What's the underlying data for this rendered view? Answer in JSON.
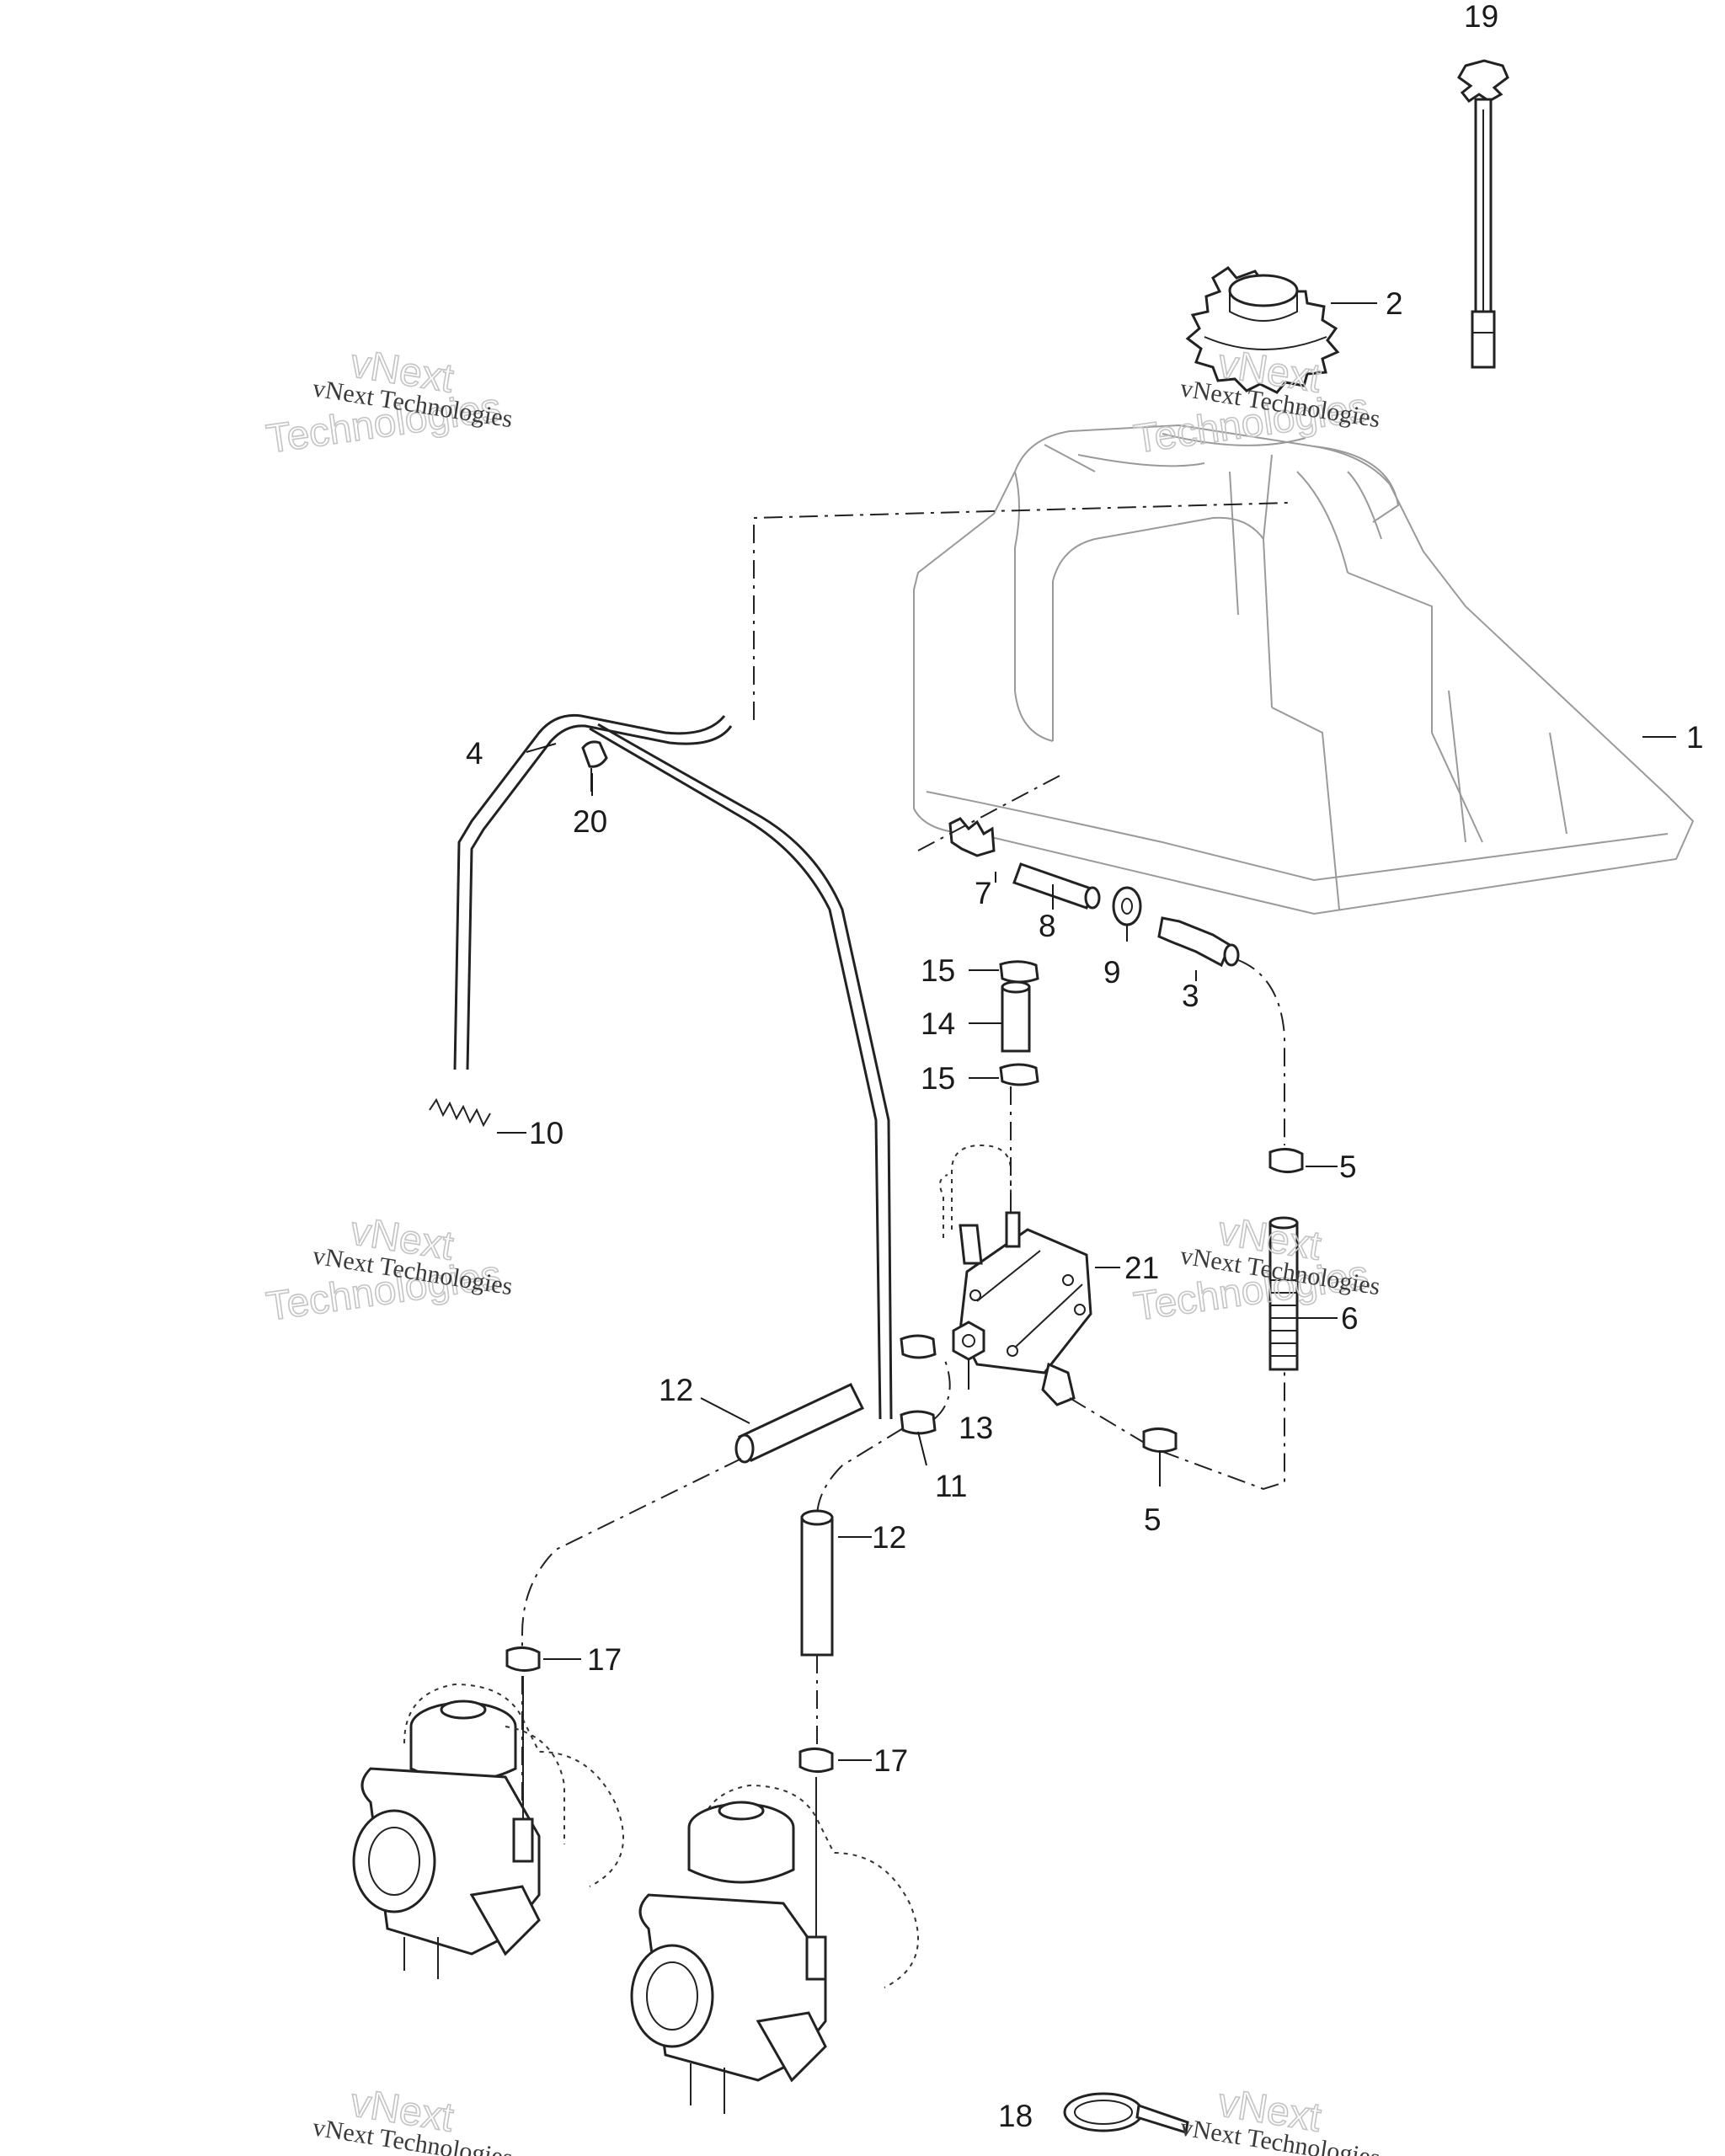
{
  "callouts": [
    "1",
    "2",
    "3",
    "4",
    "5",
    "5",
    "6",
    "7",
    "8",
    "9",
    "10",
    "11",
    "12",
    "12",
    "13",
    "14",
    "15",
    "15",
    "17",
    "17",
    "18",
    "19",
    "20",
    "21"
  ],
  "watermark": {
    "line1": "vNext Technologies",
    "line2": "vNext",
    "line3": "Technologies"
  },
  "colors": {
    "ink": "#1a1a1a",
    "ghost": "#9a9a9a",
    "watermark": "#c4c4c4"
  }
}
